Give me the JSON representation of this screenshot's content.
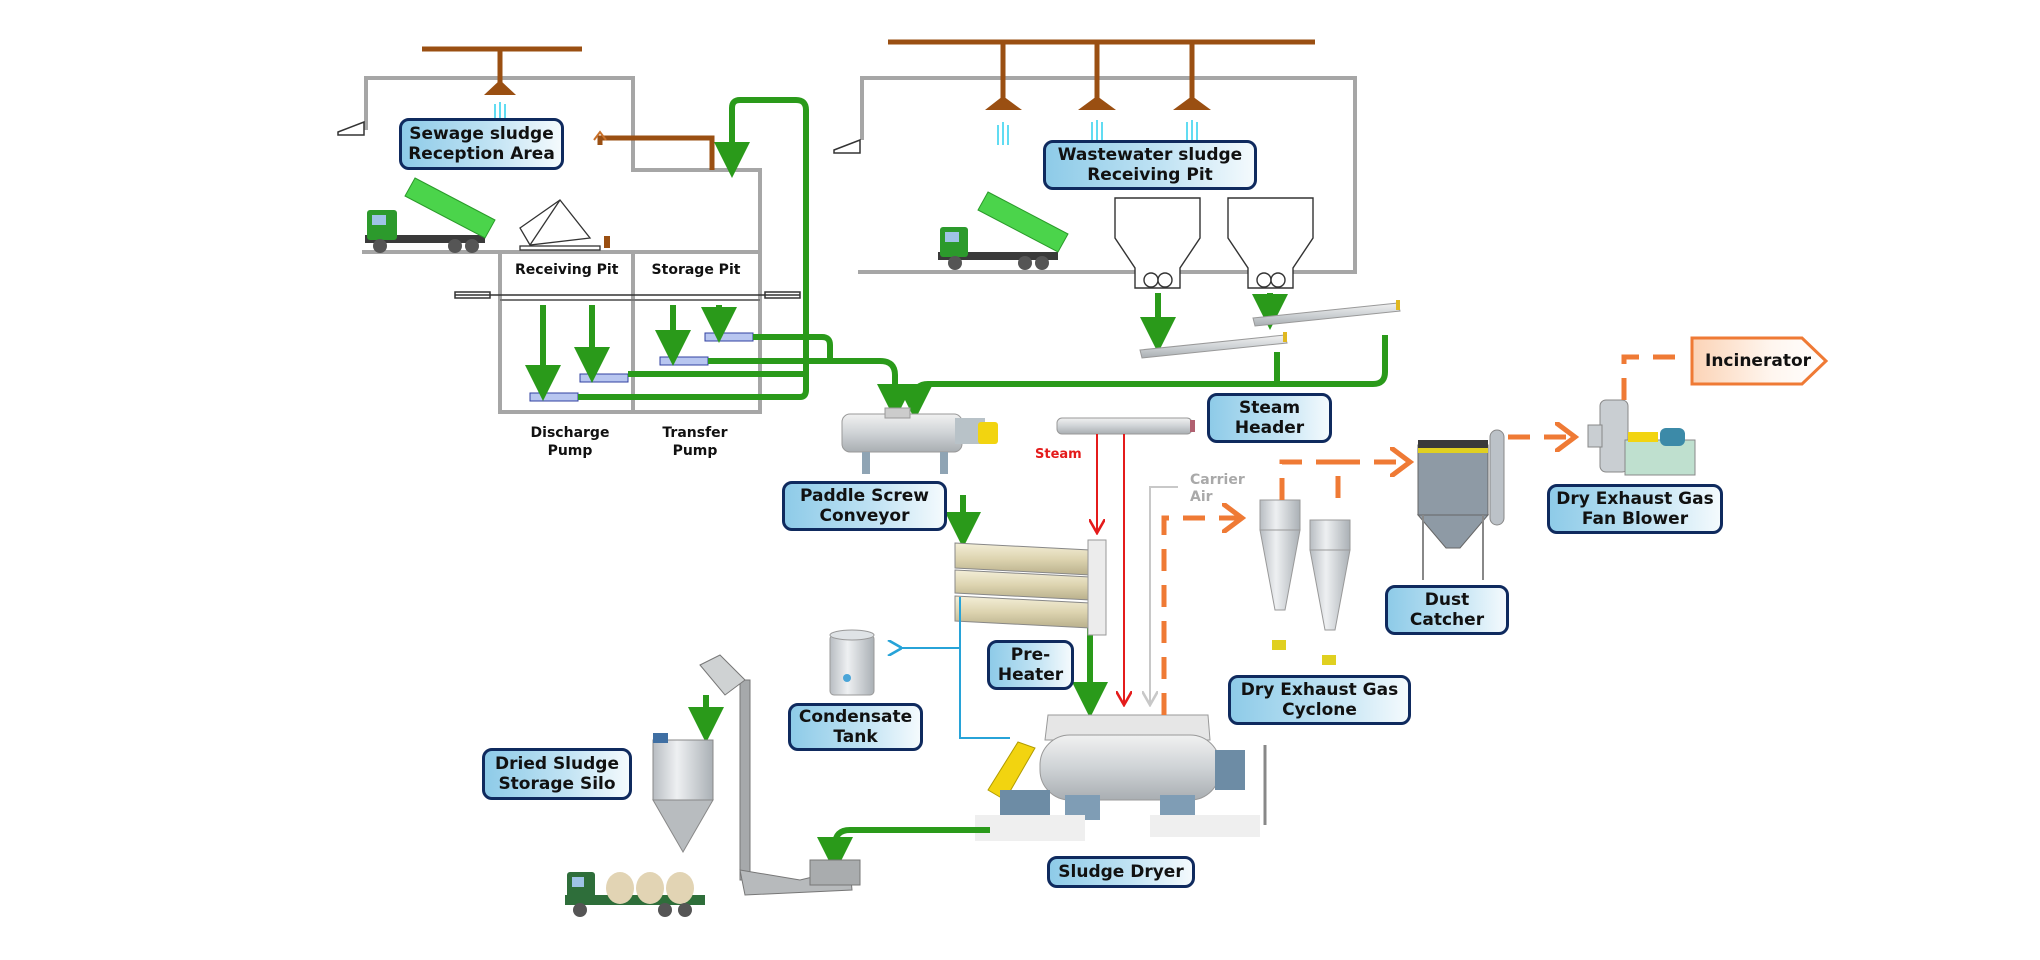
{
  "diagram": {
    "title": "Sludge drying process flow",
    "colors": {
      "sludge_flow": "#2a9a1a",
      "steam": "#e41b1b",
      "carrier_air": "#c8c8c8",
      "exhaust_gas": "#ef7a35",
      "condensate": "#27a3d8",
      "odor_duct": "#9a4f12",
      "building": "#a6a6a6",
      "label_border": "#0f2a5e"
    },
    "areas": {
      "sewage_reception": {
        "line1": "Sewage sludge",
        "line2": "Reception Area"
      },
      "wastewater_pit": {
        "line1": "Wastewater sludge",
        "line2": "Receiving Pit"
      },
      "receiving_pit": "Receiving Pit",
      "storage_pit": "Storage Pit",
      "discharge_pump": {
        "line1": "Discharge",
        "line2": "Pump"
      },
      "transfer_pump": {
        "line1": "Transfer",
        "line2": "Pump"
      }
    },
    "equipment": {
      "paddle_screw_conveyor": {
        "line1": "Paddle Screw",
        "line2": "Conveyor"
      },
      "steam_header": {
        "line1": "Steam",
        "line2": "Header"
      },
      "pre_heater": {
        "line1": "Pre-",
        "line2": "Heater"
      },
      "condensate_tank": {
        "line1": "Condensate",
        "line2": "Tank"
      },
      "sludge_dryer": {
        "line1": "Sludge Dryer"
      },
      "cyclone": {
        "line1": "Dry Exhaust Gas",
        "line2": "Cyclone"
      },
      "dust_catcher": {
        "line1": "Dust",
        "line2": "Catcher"
      },
      "fan_blower": {
        "line1": "Dry Exhaust Gas",
        "line2": "Fan Blower"
      },
      "silo": {
        "line1": "Dried Sludge",
        "line2": "Storage Silo"
      },
      "incinerator": "Incinerator"
    },
    "flow_labels": {
      "steam": "Steam",
      "carrier_air_1": "Carrier",
      "carrier_air_2": "Air"
    }
  }
}
